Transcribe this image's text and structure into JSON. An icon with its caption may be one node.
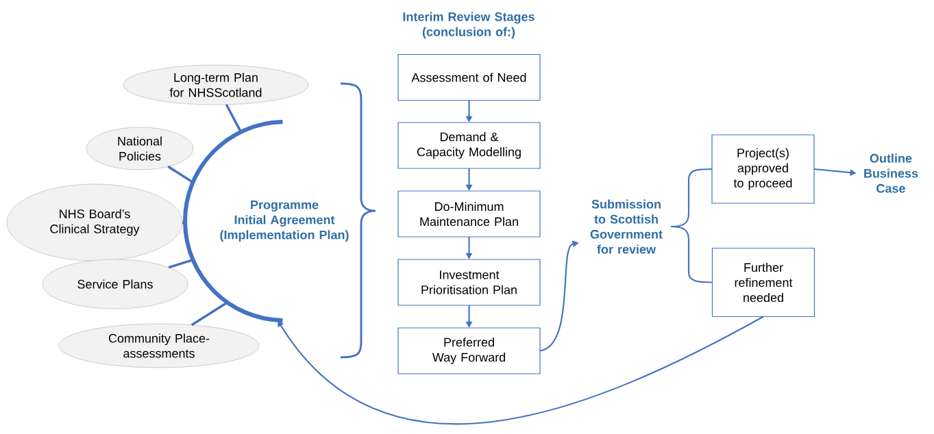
{
  "diagram": {
    "nodes": [
      {
        "text": [
          "Long-term Plan for NHSScotland"
        ]
      },
      {
        "text": [
          "National Policies"
        ]
      },
      {
        "text": [
          "NHS Board’s Clinical Strategy"
        ]
      },
      {
        "text": [
          "Service Plans"
        ]
      },
      {
        "text": [
          "Community Place-assessments"
        ]
      },
      {
        "text": [
          "Programme Initial Agreement (Implementation Plan)"
        ]
      },
      {
        "text": [
          "Assessment of Need"
        ]
      },
      {
        "text": [
          "Demand & Capacity Modelling"
        ]
      },
      {
        "text": [
          "Do-Minimum Maintenance Plan"
        ]
      },
      {
        "text": [
          "Investment Prioritisation Plan"
        ]
      },
      {
        "text": [
          "Preferred Way Forward"
        ]
      },
      {
        "text": [
          "Submission to Scottish Government for review"
        ]
      },
      {
        "text": [
          "Project(s) approved to proceed"
        ]
      },
      {
        "text": [
          "Further refinement needed"
        ]
      },
      {
        "text": [
          "Outline Business Case"
        ]
      }
    ],
    "edges": [
      {
        "from": 0,
        "to": 5,
        "arrow": "none"
      },
      {
        "from": 1,
        "to": 5,
        "arrow": "none"
      },
      {
        "from": 2,
        "to": 5,
        "arrow": "none"
      },
      {
        "from": 3,
        "to": 5,
        "arrow": "none"
      },
      {
        "from": 4,
        "to": 5,
        "arrow": "none"
      },
      {
        "from": 6,
        "to": 7,
        "arrow": "to"
      },
      {
        "from": 7,
        "to": 8,
        "arrow": "to"
      },
      {
        "from": 8,
        "to": 9,
        "arrow": "to"
      },
      {
        "from": 9,
        "to": 10,
        "arrow": "to"
      },
      {
        "from": 10,
        "to": 11,
        "arrow": "to"
      },
      {
        "from": 11,
        "to": 12,
        "arrow": "none"
      },
      {
        "from": 11,
        "to": 13,
        "arrow": "none"
      },
      {
        "from": 12,
        "to": 14,
        "arrow": "to"
      },
      {
        "from": 13,
        "to": 5,
        "arrow": "to"
      }
    ],
    "labels": [
      "Interim Review Stages (conclusion of:)"
    ]
  }
}
